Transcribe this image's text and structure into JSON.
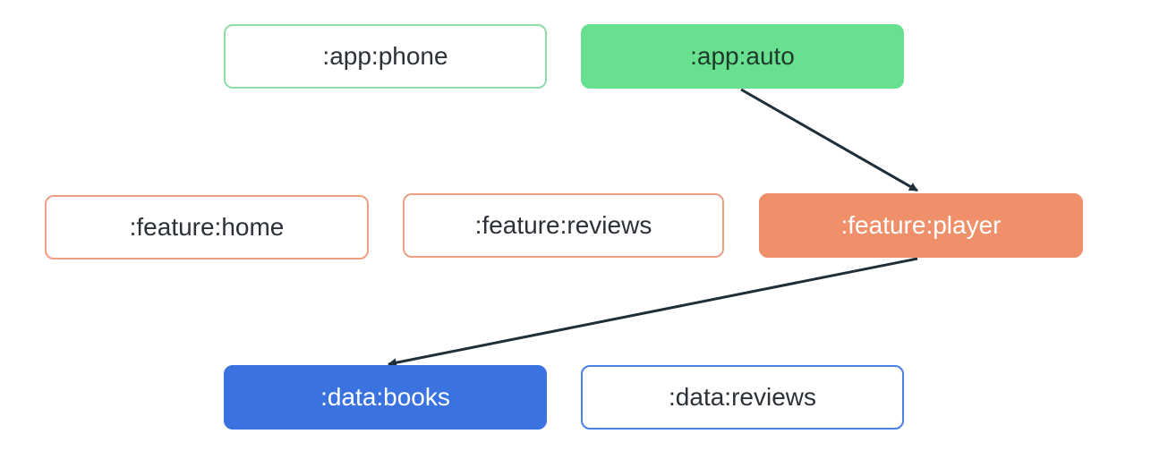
{
  "colors": {
    "green_outline": "#8fdca8",
    "green_fill": "#67e08f",
    "orange_outline": "#ee9f82",
    "orange_fill": "#ef906b",
    "blue_fill": "#3a72e0",
    "blue_outline": "#4b7fe6",
    "edge": "#1f2f3a"
  },
  "nodes": {
    "app_phone": ":app:phone",
    "app_auto": ":app:auto",
    "feature_home": ":feature:home",
    "feature_reviews": ":feature:reviews",
    "feature_player": ":feature:player",
    "data_books": ":data:books",
    "data_reviews": ":data:reviews"
  },
  "edges": [
    {
      "from": "app_auto",
      "to": "feature_player"
    },
    {
      "from": "feature_player",
      "to": "data_books"
    }
  ]
}
